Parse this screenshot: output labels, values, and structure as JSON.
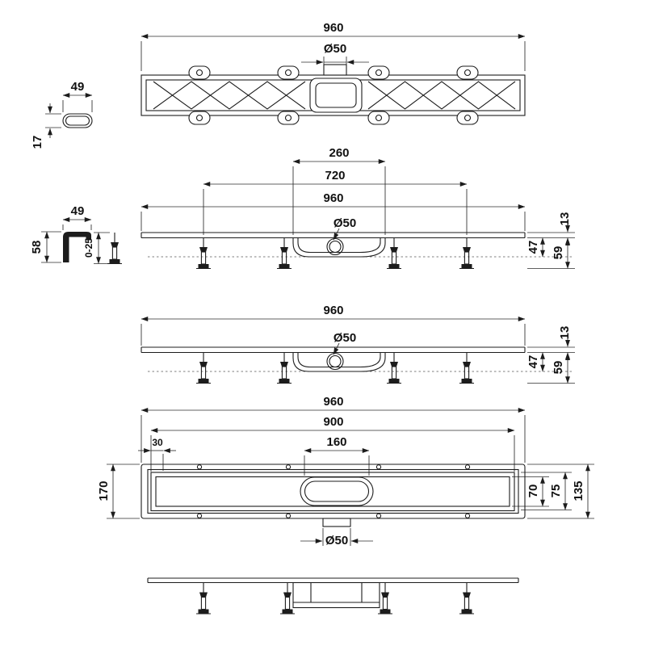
{
  "colors": {
    "background": "#ffffff",
    "line": "#1c1c1c",
    "dimension": "#2b2b2b"
  },
  "views": {
    "top": {
      "length": "960",
      "outlet": "Ø50",
      "slot_width": "49",
      "slot_height": "17"
    },
    "side_a": {
      "trap_width": "260",
      "feet_span": "720",
      "length": "960",
      "outlet": "Ø50",
      "clamp_width": "49",
      "clamp_height": "58",
      "foot_adjust": "0-25",
      "depth": "47",
      "flange_height": "13",
      "total_height": "59"
    },
    "side_b": {
      "length": "960",
      "outlet": "Ø50",
      "depth": "47",
      "flange_height": "13",
      "total_height": "59"
    },
    "plan": {
      "length": "960",
      "inner_length": "900",
      "end_offset": "30",
      "outlet_length": "160",
      "overall_width": "170",
      "channel_width": "70",
      "frame_width": "75",
      "body_width": "135",
      "outlet": "Ø50"
    }
  }
}
